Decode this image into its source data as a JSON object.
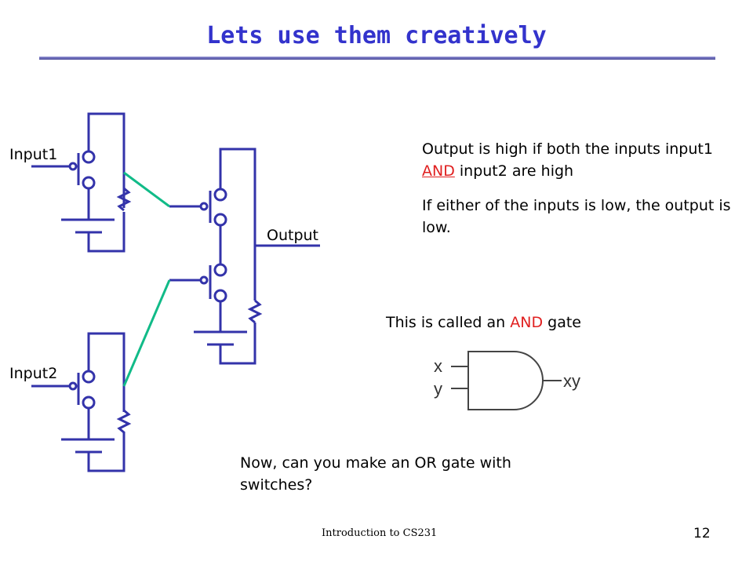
{
  "slide": {
    "title": "Lets use them creatively",
    "footer": "Introduction to CS231",
    "page_number": "12"
  },
  "diagram": {
    "input1_label": "Input1",
    "input2_label": "Input2",
    "output_label": "Output"
  },
  "text": {
    "p1_pre": "Output is high if both the inputs input1 ",
    "p1_and": "AND",
    "p1_post": " input2 are high",
    "p2": "If either of the inputs is low, the output is low.",
    "caption_pre": "This is called an ",
    "caption_and": "AND",
    "caption_post": " gate",
    "question": "Now, can you make an OR gate with switches?"
  },
  "gate": {
    "input_x": "x",
    "input_y": "y",
    "output": "xy"
  },
  "colors": {
    "title": "#3333cc",
    "circuit": "#3333aa",
    "connector": "#11bb88",
    "highlight": "#e02020"
  }
}
